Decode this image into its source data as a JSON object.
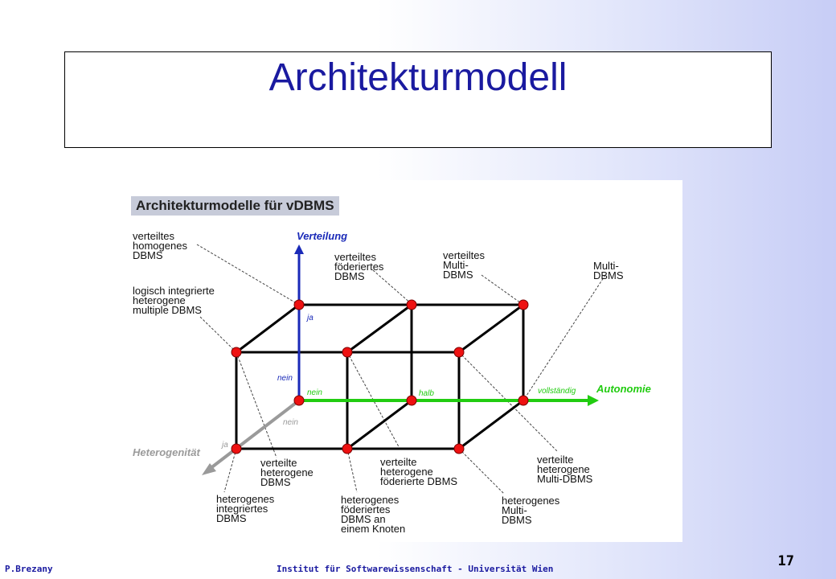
{
  "slide": {
    "title": "Architekturmodell",
    "footer_left": "P.Brezany",
    "footer_center": "Institut für Softwarewissenschaft - Universität Wien",
    "page_number": "17"
  },
  "figure": {
    "heading": "Architekturmodelle für vDBMS",
    "axes": {
      "distribution": {
        "title": "Verteilung",
        "tick_yes": "ja",
        "tick_no": "nein",
        "color": "#1a2ab8"
      },
      "autonomy": {
        "title": "Autonomie",
        "tick_no": "nein",
        "tick_half": "halb",
        "tick_full": "vollständig",
        "color": "#22cc11"
      },
      "heterogeneity": {
        "title": "Heterogenität",
        "tick_no": "nein",
        "tick_yes": "ja",
        "color": "#9a9a9a"
      }
    },
    "labels": {
      "dist_homog": "verteiltes\nhomogenes\nDBMS",
      "log_integ": "logisch integrierte\nheterogene\nmultiple DBMS",
      "dist_fed": "verteiltes\nföderiertes\nDBMS",
      "dist_multi": "verteiltes\nMulti-\nDBMS",
      "multi": "Multi-\nDBMS",
      "dist_het": "verteilte\nheterogene\nDBMS",
      "dist_het_fed": "verteilte\nheterogene\nföderierte DBMS",
      "dist_het_multi": "verteilte\nheterogene\nMulti-DBMS",
      "het_integ": "heterogenes\nintegriertes\nDBMS",
      "het_fed_node": "heterogenes\nföderiertes\nDBMS an\neinem Knoten",
      "het_multi": "heterogenes\nMulti-\nDBMS"
    },
    "node_color": "#ee1111"
  }
}
